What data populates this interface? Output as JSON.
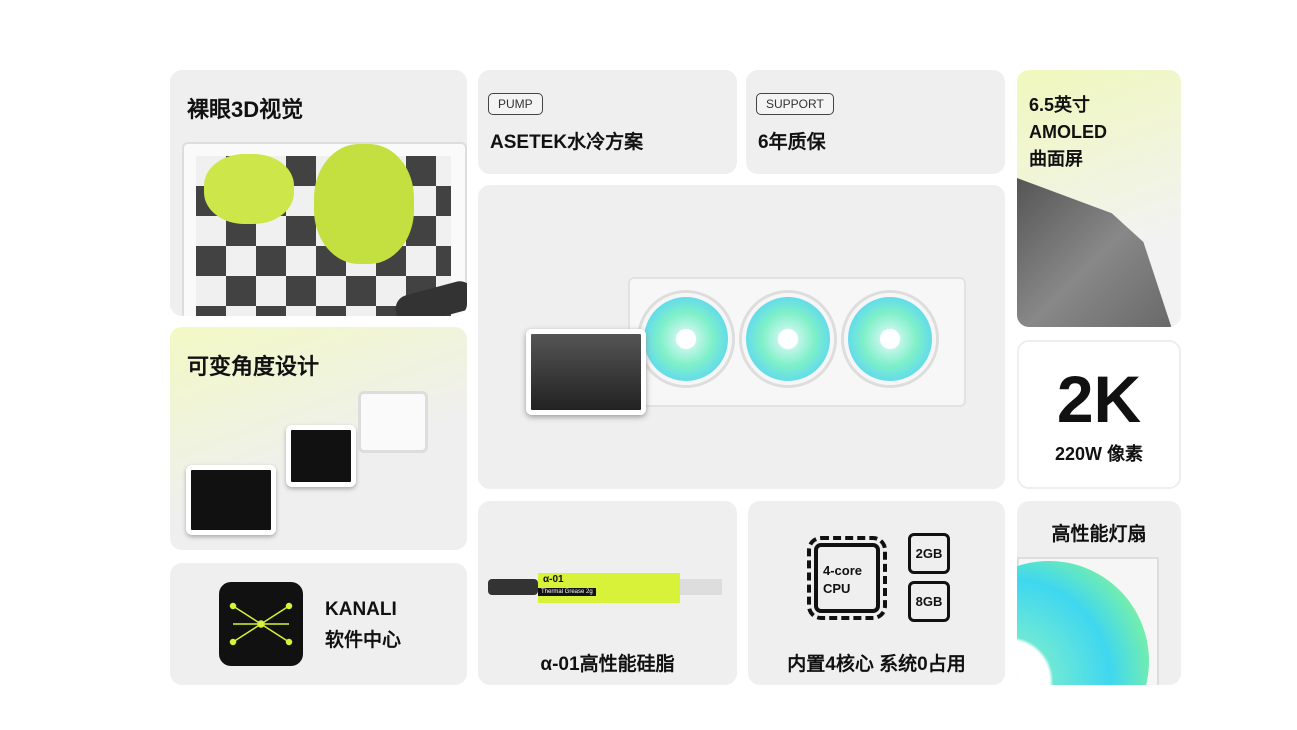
{
  "cards": {
    "naked_eye_3d": {
      "title": "裸眼3D视觉"
    },
    "variable_angle": {
      "title": "可变角度设计"
    },
    "kanali": {
      "line1": "KANALI",
      "line2": "软件中心"
    },
    "pump": {
      "tag": "PUMP",
      "title": "ASETEK水冷方案"
    },
    "support": {
      "tag": "SUPPORT",
      "title": "6年质保"
    },
    "grease": {
      "label": "α-01高性能硅脂",
      "tube_name": "α-01",
      "tube_sub": "Thermal Grease 2g"
    },
    "cpu": {
      "label": "内置4核心 系统0占用",
      "chip_line1": "4-core",
      "chip_line2": "CPU",
      "mem1": "2GB",
      "mem2": "8GB"
    },
    "screen": {
      "line1": "6.5英寸",
      "line2": "AMOLED",
      "line3": "曲面屏"
    },
    "resolution": {
      "big": "2K",
      "sub": "220W 像素"
    },
    "fan": {
      "title": "高性能灯扇"
    }
  },
  "colors": {
    "card_bg": "#efefef",
    "accent_lime": "#d8f23a",
    "yellow_tint": "#f2f8c8"
  }
}
